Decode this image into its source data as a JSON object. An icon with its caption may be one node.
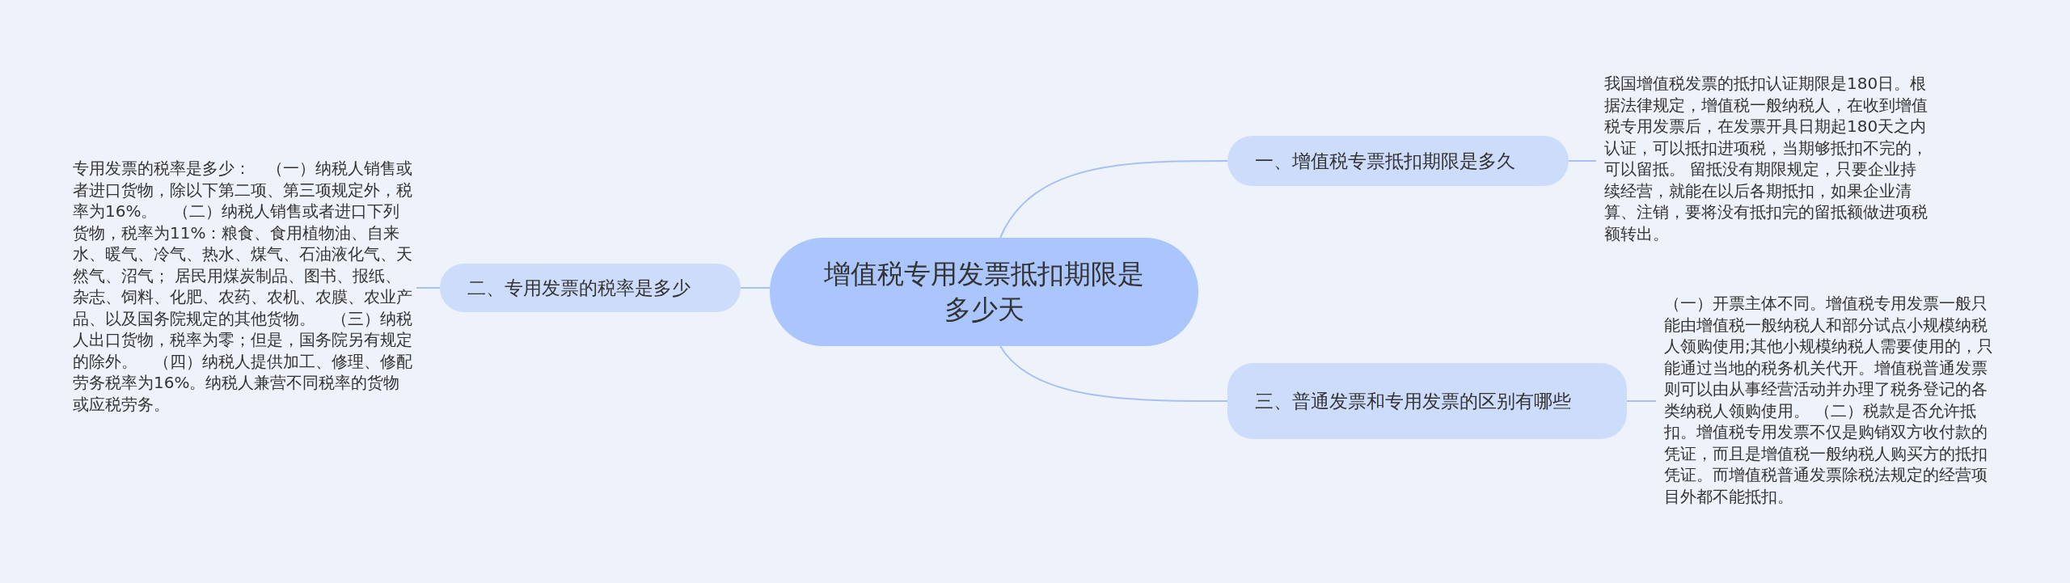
{
  "diagram": {
    "nodes": [
      {
        "text": [
          "增值税专用发票抵扣期限是多少天"
        ]
      },
      {
        "text": [
          "一、增值税专票抵扣期限是多久"
        ]
      },
      {
        "text": [
          "我国增值税发票的抵扣认证期限是180日。根据法律规定，增值税一般纳税人，在收到增值税专用发票后，在发票开具日期起180天之内认证，可以抵扣进项税，当期够抵扣不完的，可以留抵。 留抵没有期限规定，只要企业持续经营，就能在以后各期抵扣，如果企业清算、注销，要将没有抵扣完的留抵额做进项税额转出。"
        ]
      },
      {
        "text": [
          "二、专用发票的税率是多少"
        ]
      },
      {
        "text": [
          "专用发票的税率是多少：　（一）纳税人销售或者进口货物，除以下第二项、第三项规定外，税率为16%。　（二）纳税人销售或者进口下列货物，税率为11%：粮食、食用植物油、自来水、暖气、冷气、热水、煤气、石油液化气、天然气、沼气； 居民用煤炭制品、图书、报纸、杂志、饲料、化肥、农药、农机、农膜、农业产品、以及国务院规定的其他货物。　（三）纳税人出口货物，税率为零；但是，国务院另有规定的除外。　（四）纳税人提供加工、修理、修配劳务税率为16%。纳税人兼营不同税率的货物或应税劳务。"
        ]
      },
      {
        "text": [
          "三、普通发票和专用发票的区别有哪些"
        ]
      },
      {
        "text": [
          "（一）开票主体不同。增值税专用发票一般只能由增值税一般纳税人和部分试点小规模纳税人领购使用;其他小规模纳税人需要使用的，只能通过当地的税务机关代开。增值税普通发票则可以由从事经营活动并办理了税务登记的各类纳税人领购使用。 （二）税款是否允许抵扣。增值税专用发票不仅是购销双方收付款的凭证，而且是增值税一般纳税人购买方的抵扣凭证。而增值税普通发票除税法规定的经营项目外都不能抵扣。"
        ]
      }
    ],
    "edges": [
      {
        "from": 0,
        "to": 1,
        "arrow": "none"
      },
      {
        "from": 1,
        "to": 2,
        "arrow": "none"
      },
      {
        "from": 0,
        "to": 3,
        "arrow": "none"
      },
      {
        "from": 3,
        "to": 4,
        "arrow": "none"
      },
      {
        "from": 0,
        "to": 5,
        "arrow": "none"
      },
      {
        "from": 5,
        "to": 6,
        "arrow": "none"
      }
    ]
  }
}
